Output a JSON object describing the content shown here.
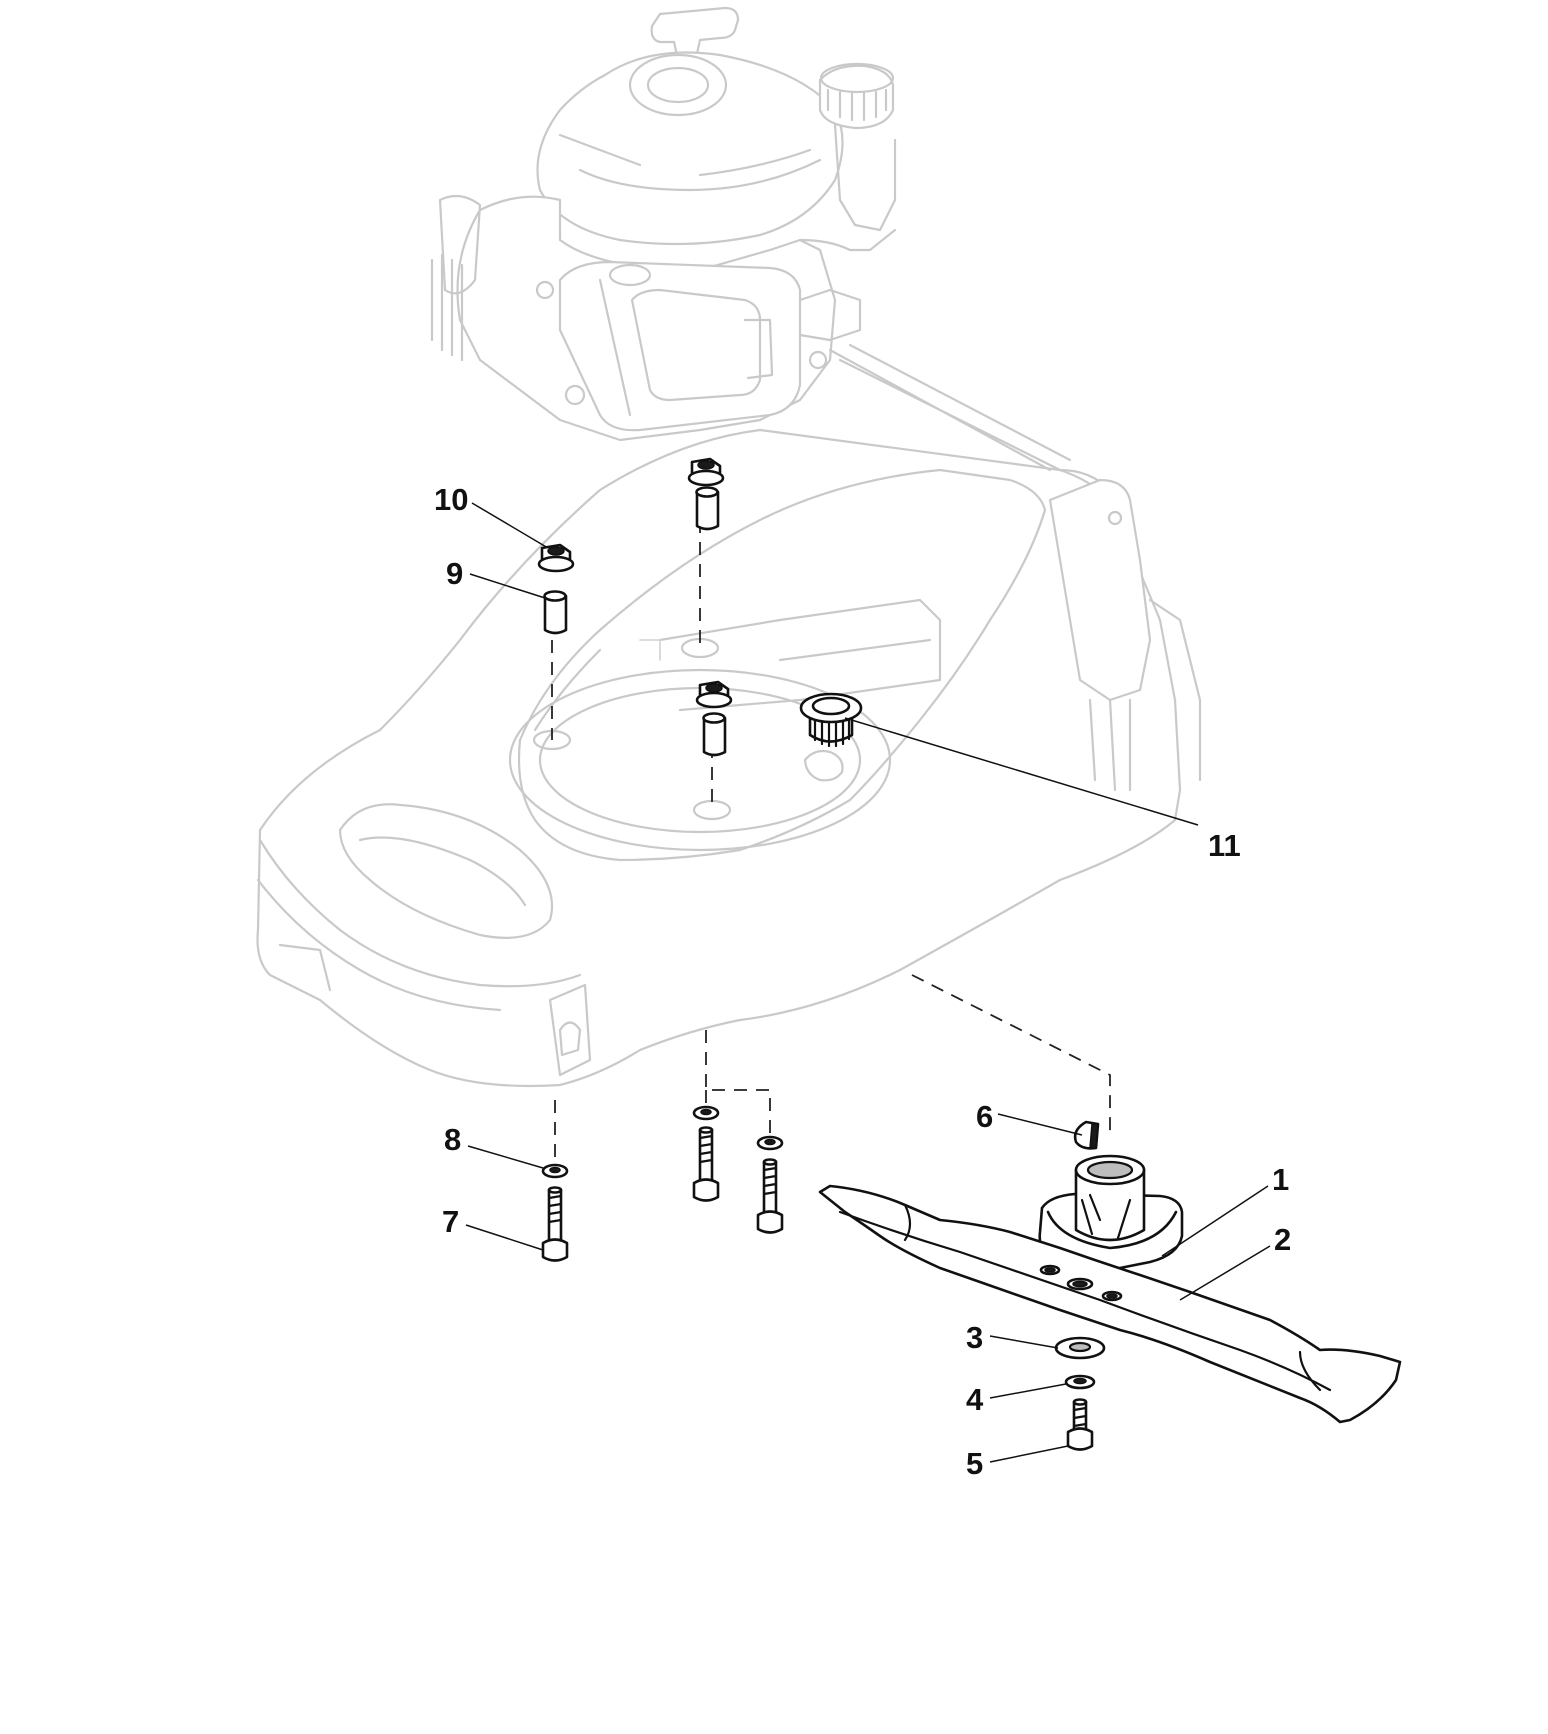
{
  "diagram": {
    "callouts": [
      {
        "id": "1",
        "label": "1"
      },
      {
        "id": "2",
        "label": "2"
      },
      {
        "id": "3",
        "label": "3"
      },
      {
        "id": "4",
        "label": "4"
      },
      {
        "id": "5",
        "label": "5"
      },
      {
        "id": "6",
        "label": "6"
      },
      {
        "id": "7",
        "label": "7"
      },
      {
        "id": "8",
        "label": "8"
      },
      {
        "id": "9",
        "label": "9"
      },
      {
        "id": "10",
        "label": "10"
      },
      {
        "id": "11",
        "label": "11"
      }
    ],
    "parts": {
      "engine": "lawnmower-engine",
      "deck": "mower-deck",
      "blade": "cutting-blade",
      "hub": "blade-hub"
    },
    "colors": {
      "ghost": "#c9c9c9",
      "ink": "#111111"
    }
  }
}
